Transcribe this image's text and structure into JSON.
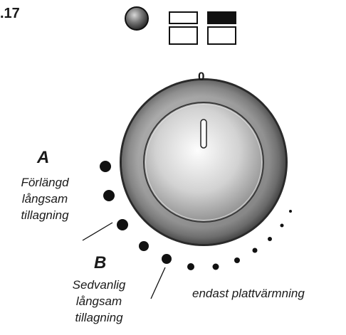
{
  "figure": {
    "number": ".17"
  },
  "dial": {
    "zero_label": "0"
  },
  "zone_a": {
    "letter": "A",
    "line1": "Förlängd",
    "line2": "långsam",
    "line3": "tillagning"
  },
  "zone_b": {
    "letter": "B",
    "line1": "Sedvanlig",
    "line2": "långsam",
    "line3": "tillagning"
  },
  "warming": {
    "label": "endast plattvärmning"
  },
  "colors": {
    "indicator_light": "#555555",
    "knob_ring": "#8a8a8a",
    "dots": "#111111"
  },
  "icons": {
    "indicator": "indicator-light-icon",
    "hob": "hob-zones-icon"
  }
}
